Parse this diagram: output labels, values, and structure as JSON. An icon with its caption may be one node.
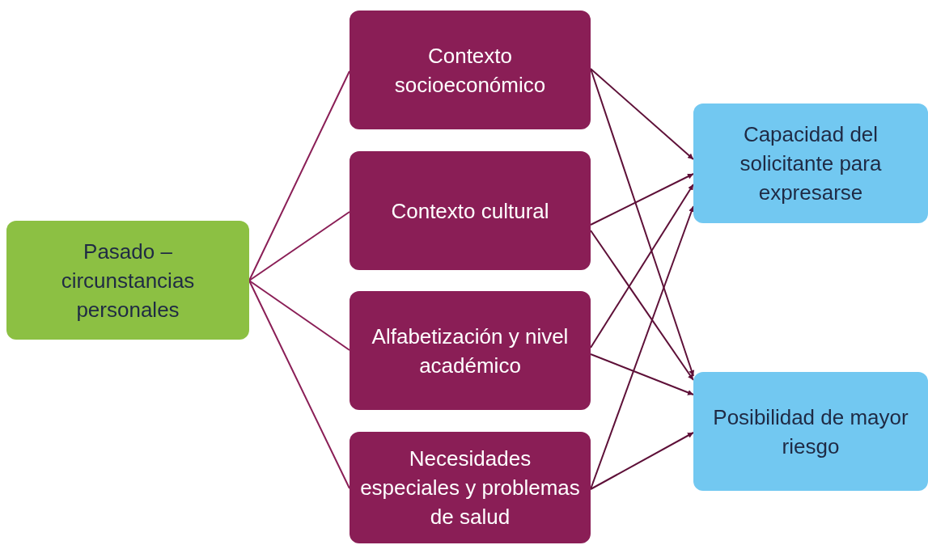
{
  "diagram": {
    "nodes": [
      {
        "text": [
          "Pasado – circunstancias personales"
        ]
      },
      {
        "text": [
          "Contexto socioeconómico"
        ]
      },
      {
        "text": [
          "Contexto cultural"
        ]
      },
      {
        "text": [
          "Alfabetización y nivel académico"
        ]
      },
      {
        "text": [
          "Necesidades especiales y problemas de salud"
        ]
      },
      {
        "text": [
          "Capacidad del solicitante para expresarse"
        ]
      },
      {
        "text": [
          "Posibilidad de mayor riesgo"
        ]
      }
    ],
    "edges": [
      {
        "from": 0,
        "to": 1,
        "arrow": "none",
        "color": "#8a1e56"
      },
      {
        "from": 0,
        "to": 2,
        "arrow": "none",
        "color": "#8a1e56"
      },
      {
        "from": 0,
        "to": 3,
        "arrow": "none",
        "color": "#8a1e56"
      },
      {
        "from": 0,
        "to": 4,
        "arrow": "none",
        "color": "#8a1e56"
      },
      {
        "from": 1,
        "to": 5,
        "arrow": "to"
      },
      {
        "from": 1,
        "to": 6,
        "arrow": "to"
      },
      {
        "from": 2,
        "to": 5,
        "arrow": "to"
      },
      {
        "from": 2,
        "to": 6,
        "arrow": "to"
      },
      {
        "from": 3,
        "to": 5,
        "arrow": "to"
      },
      {
        "from": 3,
        "to": 6,
        "arrow": "to"
      },
      {
        "from": 4,
        "to": 5,
        "arrow": "to"
      },
      {
        "from": 4,
        "to": 6,
        "arrow": "to"
      }
    ]
  }
}
